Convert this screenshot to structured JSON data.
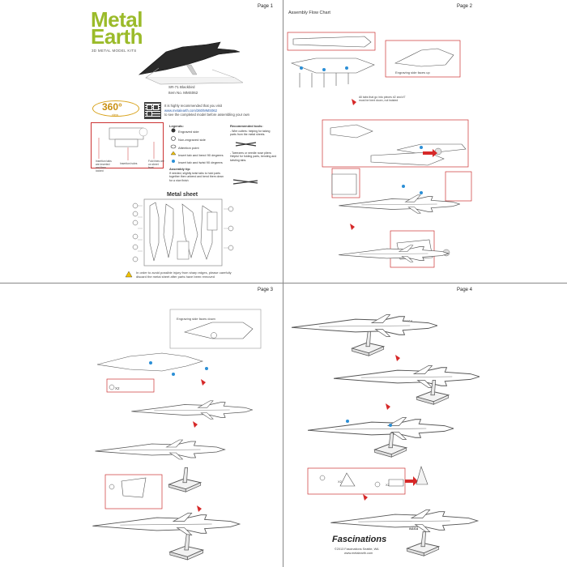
{
  "pages": [
    {
      "number_label": "Page 1"
    },
    {
      "number_label": "Page 2"
    },
    {
      "number_label": "Page 3"
    },
    {
      "number_label": "Page 4"
    }
  ],
  "brand": {
    "logo_line1": "Metal",
    "logo_line2": "Earth",
    "tagline": "3D METAL MODEL KITS",
    "accent_color": "#9bbb2a",
    "publisher": "Fascinations",
    "copyright": "©2013 Fascinations Seattle, WA",
    "website": "www.metalearth.com"
  },
  "product": {
    "name": "SR-71 Blackbird",
    "item_line": "Item No.   MMS062"
  },
  "view360": {
    "badge": "360°",
    "badge_sub": "view",
    "line1": "It is highly recommended that you visit",
    "line2": "www.metalearth.com/360/MMS062",
    "line3": "to see the completed model before assembling your own"
  },
  "diagram_labels": {
    "insertion_tabs": "Insertion tabs are inserted and then locked",
    "insertion_holes": "Insertion holes",
    "fold_lines": "Fold lines are on sheet front"
  },
  "legends": {
    "title": "Legends:",
    "items": [
      "Engraved side",
      "Non-engraved side",
      "Attention point",
      "Insert tab and bend 90 degrees",
      "Insert tab and twist 90 degrees"
    ],
    "assembly_tip_title": "Assembly tip:",
    "assembly_tip": "If needed, slightly twist tabs to hold parts together then unbend and bend them down for a nice finish"
  },
  "tools": {
    "title": "Recommended tools:",
    "item1": "- Wire cutters: helping for taking parts from the metal sheets.",
    "item2": "- Tweezers or needle nose pliers: Helpful for folding parts, bending and twisting tabs."
  },
  "metal_sheet": {
    "title": "Metal sheet",
    "warning_line1": "In order to avoid possible injury from sharp edges, please carefully",
    "warning_line2": "discard the metal sheet after parts have been removed"
  },
  "page2": {
    "title": "Assembly Flow Chart",
    "note_engraving_up": "Engraving side faces up",
    "note_bend": "All tabs that go into pieces #2 and #7 must be bent down, not twisted"
  },
  "page3": {
    "note_engraving_down": "Engraving side faces down",
    "qty_x2": "X2"
  },
  "page4": {
    "nasa": "NASA",
    "qty_x2a": "X2",
    "qty_x2b": "X2"
  }
}
